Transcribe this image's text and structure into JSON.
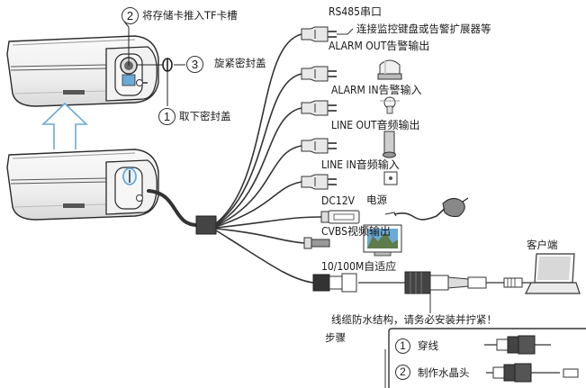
{
  "colors": {
    "cable": "#333333",
    "accent": "#6aa9d8",
    "body": "#f4f4f4",
    "outline": "#2a2a2a",
    "bracket": "#444444"
  },
  "camera": {
    "steps": [
      {
        "num": "2",
        "text": "将存储卡推入TF卡槽"
      },
      {
        "num": "3",
        "text": "旋紧密封盖"
      },
      {
        "num": "1",
        "text": "取下密封盖"
      }
    ]
  },
  "ports": [
    {
      "name": "RS485串口",
      "desc": "连接监控键盘或告警扩展器等"
    },
    {
      "name": "ALARM OUT告警输出"
    },
    {
      "name": "ALARM IN告警输入"
    },
    {
      "name": "LINE OUT音频输出"
    },
    {
      "name": "LINE IN音频输入"
    },
    {
      "name": "DC12V",
      "desc": "电源"
    },
    {
      "name": "CVBS视频输出"
    },
    {
      "name": "10/100M自适应"
    }
  ],
  "client_label": "客户端",
  "waterproof": {
    "note": "线缆防水结构，请务必安装并拧紧！",
    "steps_title": "步骤",
    "steps": [
      {
        "num": "1",
        "text": "穿线"
      },
      {
        "num": "2",
        "text": "制作水晶头"
      }
    ]
  }
}
